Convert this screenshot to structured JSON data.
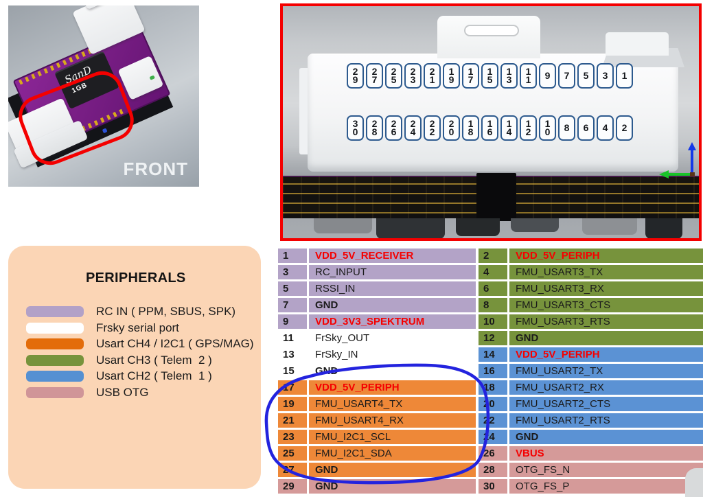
{
  "photo": {
    "front_label": "FRONT",
    "sd_label": "SanD",
    "sd_capacity": "1GB"
  },
  "connector": {
    "top_row_pins": [
      "29",
      "27",
      "25",
      "23",
      "21",
      "19",
      "17",
      "15",
      "13",
      "11",
      "9",
      "7",
      "5",
      "3",
      "1"
    ],
    "bottom_row_pins": [
      "30",
      "28",
      "26",
      "24",
      "22",
      "20",
      "18",
      "16",
      "14",
      "12",
      "10",
      "8",
      "6",
      "4",
      "2"
    ]
  },
  "legend": {
    "title": "PERIPHERALS",
    "items": [
      {
        "label": "RC IN ( PPM, SBUS, SPK)",
        "color": "#B2A1C7"
      },
      {
        "label": "Frsky serial port",
        "color": "#FFFFFF"
      },
      {
        "label": "Usart CH4 / I2C1 ( GPS/MAG)",
        "color": "#E36C0A"
      },
      {
        "label": "Usart CH3 ( Telem  2 )",
        "color": "#77933C"
      },
      {
        "label": "Usart CH2 ( Telem  1 )",
        "color": "#5590D2"
      },
      {
        "label": "USB OTG",
        "color": "#D09598"
      }
    ]
  },
  "pin_table": {
    "left_rows": [
      {
        "pin": "1",
        "label": "VDD_5V_RECEIVER",
        "section": "rcin",
        "text": "power"
      },
      {
        "pin": "3",
        "label": "RC_INPUT",
        "section": "rcin",
        "text": "normal"
      },
      {
        "pin": "5",
        "label": "RSSI_IN",
        "section": "rcin",
        "text": "normal"
      },
      {
        "pin": "7",
        "label": "GND",
        "section": "rcin",
        "text": "gnd"
      },
      {
        "pin": "9",
        "label": "VDD_3V3_SPEKTRUM",
        "section": "rcin",
        "text": "power"
      },
      {
        "pin": "11",
        "label": "FrSky_OUT",
        "section": "frsky",
        "text": "normal"
      },
      {
        "pin": "13",
        "label": "FrSky_IN",
        "section": "frsky",
        "text": "normal"
      },
      {
        "pin": "15",
        "label": "GND",
        "section": "frsky",
        "text": "gnd"
      },
      {
        "pin": "17",
        "label": "VDD_5V_PERIPH",
        "section": "usart4",
        "text": "power"
      },
      {
        "pin": "19",
        "label": "FMU_USART4_TX",
        "section": "usart4",
        "text": "normal"
      },
      {
        "pin": "21",
        "label": "FMU_USART4_RX",
        "section": "usart4",
        "text": "normal"
      },
      {
        "pin": "23",
        "label": "FMU_I2C1_SCL",
        "section": "usart4",
        "text": "normal"
      },
      {
        "pin": "25",
        "label": "FMU_I2C1_SDA",
        "section": "usart4",
        "text": "normal"
      },
      {
        "pin": "27",
        "label": "GND",
        "section": "usart4",
        "text": "gnd"
      },
      {
        "pin": "29",
        "label": "GND",
        "section": "otg",
        "text": "gnd"
      }
    ],
    "right_rows": [
      {
        "pin": "2",
        "label": "VDD_5V_PERIPH",
        "section": "usart3",
        "text": "power"
      },
      {
        "pin": "4",
        "label": "FMU_USART3_TX",
        "section": "usart3",
        "text": "normal"
      },
      {
        "pin": "6",
        "label": "FMU_USART3_RX",
        "section": "usart3",
        "text": "normal"
      },
      {
        "pin": "8",
        "label": "FMU_USART3_CTS",
        "section": "usart3",
        "text": "normal"
      },
      {
        "pin": "10",
        "label": "FMU_USART3_RTS",
        "section": "usart3",
        "text": "normal"
      },
      {
        "pin": "12",
        "label": "GND",
        "section": "usart3",
        "text": "gnd"
      },
      {
        "pin": "14",
        "label": "VDD_5V_PERIPH",
        "section": "usart2",
        "text": "power"
      },
      {
        "pin": "16",
        "label": "FMU_USART2_TX",
        "section": "usart2",
        "text": "normal"
      },
      {
        "pin": "18",
        "label": "FMU_USART2_RX",
        "section": "usart2",
        "text": "normal"
      },
      {
        "pin": "20",
        "label": "FMU_USART2_CTS",
        "section": "usart2",
        "text": "normal"
      },
      {
        "pin": "22",
        "label": "FMU_USART2_RTS",
        "section": "usart2",
        "text": "normal"
      },
      {
        "pin": "24",
        "label": "GND",
        "section": "usart2",
        "text": "gnd"
      },
      {
        "pin": "26",
        "label": "VBUS",
        "section": "otg",
        "text": "power"
      },
      {
        "pin": "28",
        "label": "OTG_FS_N",
        "section": "otg",
        "text": "normal"
      },
      {
        "pin": "30",
        "label": "OTG_FS_P",
        "section": "otg",
        "text": "normal"
      }
    ]
  },
  "colors": {
    "rcin": "#B3A3C7",
    "frsky": "#FFFFFF",
    "usart4": "#EE8838",
    "usart3": "#77933C",
    "usart2": "#5B92D4",
    "otg": "#D59A99",
    "power_text": "#F50000",
    "annotation": "#2323DE",
    "highlight": "#F40000",
    "pinbox_border": "#2D5A8E",
    "legend_bg": "#FBD5B5"
  }
}
